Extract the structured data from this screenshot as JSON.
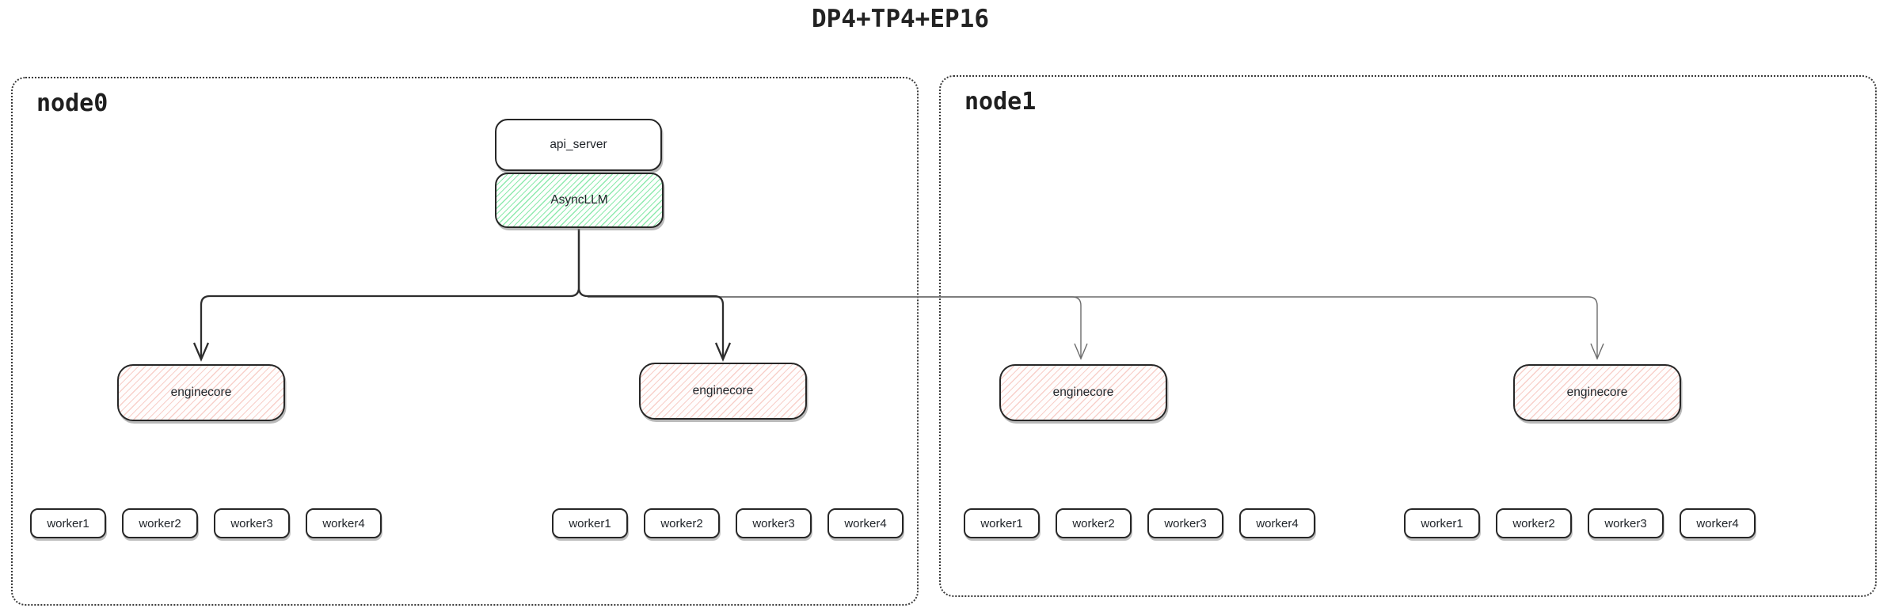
{
  "title": "DP4+TP4+EP16",
  "colors": {
    "border_dark": "#272727",
    "node_border": "#3a3a3a",
    "green_hatch": "#7ae6a0",
    "red_hatch": "#f2aaa0",
    "edge_dark": "#2d2d2d",
    "edge_light": "#6b6b6b"
  },
  "node0": {
    "label": "node0",
    "api_server_label": "api_server",
    "async_llm_label": "AsyncLLM",
    "enginecores": [
      "enginecore",
      "enginecore"
    ],
    "worker_groups": [
      [
        "worker1",
        "worker2",
        "worker3",
        "worker4"
      ],
      [
        "worker1",
        "worker2",
        "worker3",
        "worker4"
      ]
    ]
  },
  "node1": {
    "label": "node1",
    "enginecores": [
      "enginecore",
      "enginecore"
    ],
    "worker_groups": [
      [
        "worker1",
        "worker2",
        "worker3",
        "worker4"
      ],
      [
        "worker1",
        "worker2",
        "worker3",
        "worker4"
      ]
    ]
  }
}
